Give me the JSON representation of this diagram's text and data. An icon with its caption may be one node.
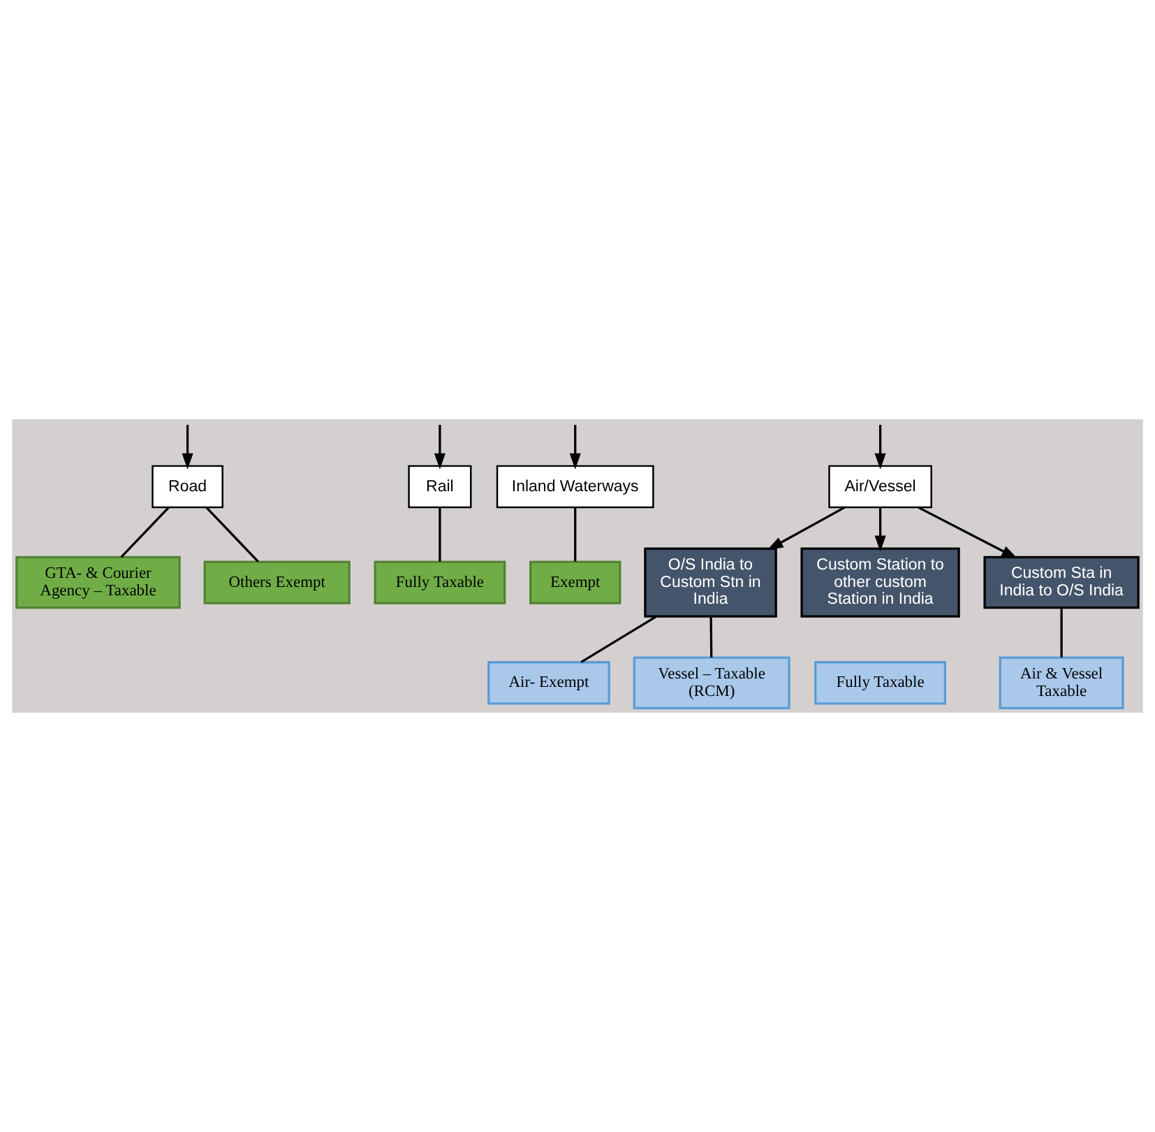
{
  "diagram": {
    "nodes": [
      {
        "text": [
          "Road"
        ]
      },
      {
        "text": [
          "Rail"
        ]
      },
      {
        "text": [
          "Inland Waterways"
        ]
      },
      {
        "text": [
          "GTA- & Courier Agency – Taxable"
        ]
      },
      {
        "text": [
          "Others Exempt"
        ]
      },
      {
        "text": [
          "Fully Taxable"
        ]
      },
      {
        "text": [
          "Exempt"
        ]
      },
      {
        "text": [
          "Air/Vessel"
        ]
      },
      {
        "text": [
          "O/S India to Custom Stn in India"
        ]
      },
      {
        "text": [
          "Custom Station to other custom Station in India"
        ]
      },
      {
        "text": [
          "Custom Sta in India to O/S India"
        ]
      },
      {
        "text": [
          "Air- Exempt"
        ]
      },
      {
        "text": [
          "Vessel – Taxable (RCM)"
        ]
      },
      {
        "text": [
          "Fully Taxable"
        ]
      },
      {
        "text": [
          "Air & Vessel Taxable"
        ]
      }
    ],
    "edges": [
      {
        "from": null,
        "to": 0,
        "arrow": "to"
      },
      {
        "from": null,
        "to": 1,
        "arrow": "to"
      },
      {
        "from": null,
        "to": 2,
        "arrow": "to"
      },
      {
        "from": null,
        "to": 7,
        "arrow": "to"
      },
      {
        "from": 0,
        "to": 3,
        "arrow": "none"
      },
      {
        "from": 0,
        "to": 4,
        "arrow": "none"
      },
      {
        "from": 1,
        "to": 5,
        "arrow": "none"
      },
      {
        "from": 2,
        "to": 6,
        "arrow": "none"
      },
      {
        "from": 7,
        "to": 8,
        "arrow": "to"
      },
      {
        "from": 7,
        "to": 9,
        "arrow": "to"
      },
      {
        "from": 7,
        "to": 10,
        "arrow": "to"
      },
      {
        "from": 8,
        "to": 11,
        "arrow": "none"
      },
      {
        "from": 8,
        "to": 12,
        "arrow": "none"
      },
      {
        "from": 10,
        "to": 14,
        "arrow": "none"
      }
    ]
  }
}
